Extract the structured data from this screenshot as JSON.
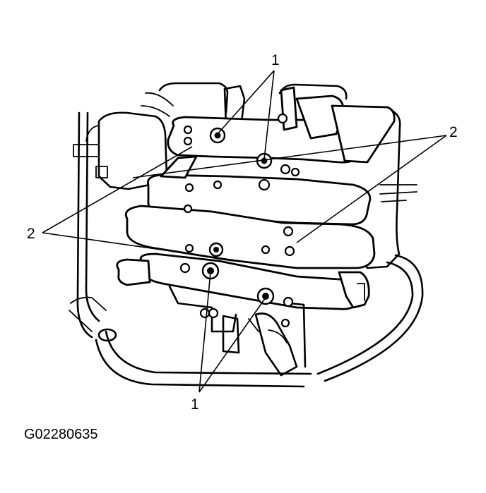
{
  "figure": {
    "id_label": "G02280635",
    "callouts": {
      "top_bolts": "1",
      "bottom_bolts": "1",
      "right_gaskets": "2",
      "left_gaskets": "2"
    }
  }
}
